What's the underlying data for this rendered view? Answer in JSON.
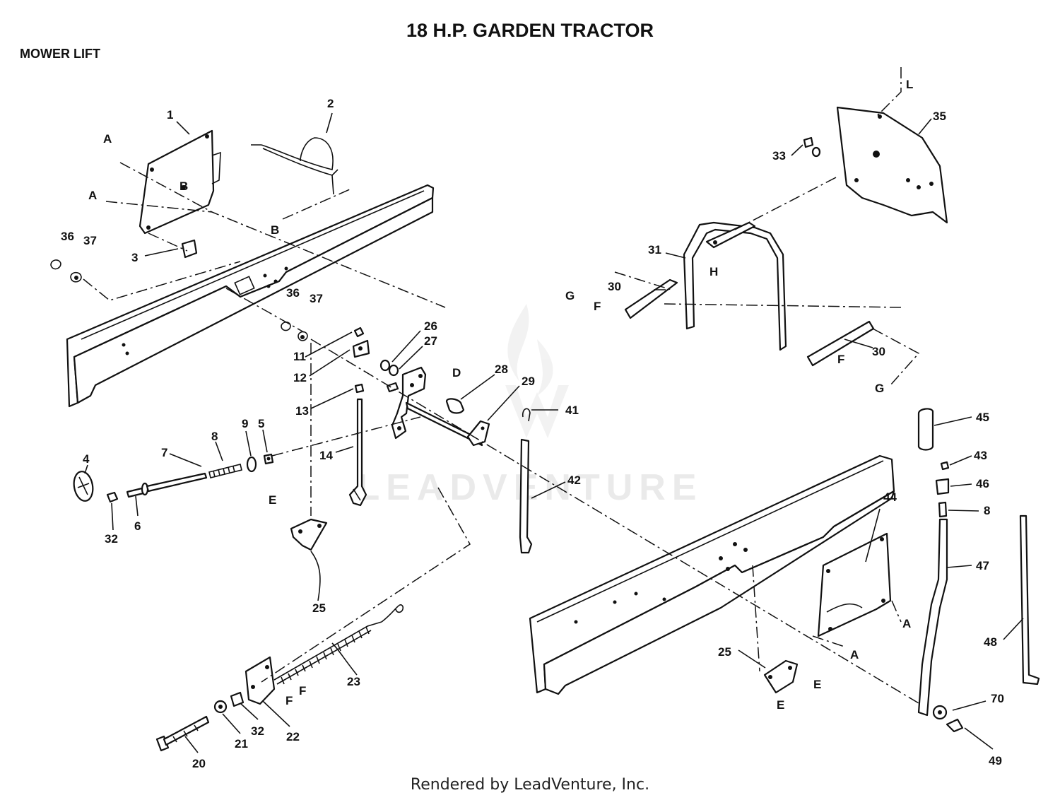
{
  "header": {
    "title": "18 H.P. GARDEN TRACTOR",
    "section": "MOWER LIFT"
  },
  "watermark": {
    "text": "LEADVENTURE"
  },
  "footer": {
    "credit": "Rendered by LeadVenture, Inc."
  },
  "callouts": [
    {
      "id": "c1",
      "text": "1"
    },
    {
      "id": "c2",
      "text": "2"
    },
    {
      "id": "c3",
      "text": "3"
    },
    {
      "id": "c4",
      "text": "4"
    },
    {
      "id": "c5",
      "text": "5"
    },
    {
      "id": "c6",
      "text": "6"
    },
    {
      "id": "c7",
      "text": "7"
    },
    {
      "id": "c8",
      "text": "8"
    },
    {
      "id": "c9",
      "text": "9"
    },
    {
      "id": "c11",
      "text": "11"
    },
    {
      "id": "c12",
      "text": "12"
    },
    {
      "id": "c13",
      "text": "13"
    },
    {
      "id": "c14",
      "text": "14"
    },
    {
      "id": "c20",
      "text": "20"
    },
    {
      "id": "c21",
      "text": "21"
    },
    {
      "id": "c22",
      "text": "22"
    },
    {
      "id": "c23",
      "text": "23"
    },
    {
      "id": "c25a",
      "text": "25"
    },
    {
      "id": "c25b",
      "text": "25"
    },
    {
      "id": "c26",
      "text": "26"
    },
    {
      "id": "c27",
      "text": "27"
    },
    {
      "id": "c28",
      "text": "28"
    },
    {
      "id": "c29",
      "text": "29"
    },
    {
      "id": "c30a",
      "text": "30"
    },
    {
      "id": "c30b",
      "text": "30"
    },
    {
      "id": "c31",
      "text": "31"
    },
    {
      "id": "c32a",
      "text": "32"
    },
    {
      "id": "c32b",
      "text": "32"
    },
    {
      "id": "c33",
      "text": "33"
    },
    {
      "id": "c35",
      "text": "35"
    },
    {
      "id": "c36a",
      "text": "36"
    },
    {
      "id": "c36b",
      "text": "36"
    },
    {
      "id": "c37a",
      "text": "37"
    },
    {
      "id": "c37b",
      "text": "37"
    },
    {
      "id": "c41",
      "text": "41"
    },
    {
      "id": "c42",
      "text": "42"
    },
    {
      "id": "c43",
      "text": "43"
    },
    {
      "id": "c44",
      "text": "44"
    },
    {
      "id": "c45",
      "text": "45"
    },
    {
      "id": "c46",
      "text": "46"
    },
    {
      "id": "c8b",
      "text": "8"
    },
    {
      "id": "c47",
      "text": "47"
    },
    {
      "id": "c48",
      "text": "48"
    },
    {
      "id": "c49",
      "text": "49"
    },
    {
      "id": "c70",
      "text": "70"
    }
  ],
  "refs": [
    {
      "id": "rA1",
      "text": "A"
    },
    {
      "id": "rA2",
      "text": "A"
    },
    {
      "id": "rA3",
      "text": "A"
    },
    {
      "id": "rA4",
      "text": "A"
    },
    {
      "id": "rB1",
      "text": "B"
    },
    {
      "id": "rB2",
      "text": "B"
    },
    {
      "id": "rD",
      "text": "D"
    },
    {
      "id": "rE1",
      "text": "E"
    },
    {
      "id": "rE2",
      "text": "E"
    },
    {
      "id": "rE3",
      "text": "E"
    },
    {
      "id": "rF1",
      "text": "F"
    },
    {
      "id": "rF2",
      "text": "F"
    },
    {
      "id": "rF3",
      "text": "F"
    },
    {
      "id": "rF4",
      "text": "F"
    },
    {
      "id": "rG1",
      "text": "G"
    },
    {
      "id": "rG2",
      "text": "G"
    },
    {
      "id": "rH",
      "text": "H"
    },
    {
      "id": "rL",
      "text": "L"
    }
  ]
}
